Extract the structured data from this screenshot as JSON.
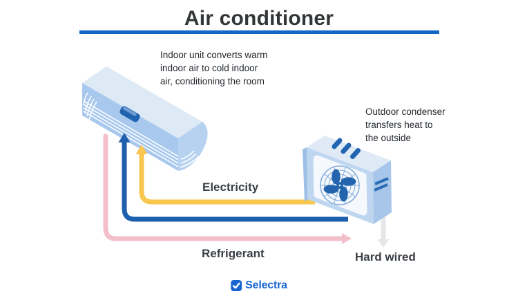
{
  "title": "Air conditioner",
  "annotations": {
    "indoor": "Indoor unit converts warm\nindoor air to cold indoor\nair, conditioning the room",
    "outdoor": "Outdoor condenser\ntransfers heat to\nthe outside"
  },
  "flow_labels": {
    "electricity": "Electricity",
    "refrigerant": "Refrigerant",
    "hard_wired": "Hard wired"
  },
  "colors": {
    "title_underline": "#1168c4",
    "electricity_line": "#f9c64e",
    "refrigerant_out_line": "#f3bfcb",
    "refrigerant_in_line": "#1e5fae",
    "hard_wired_line": "#e4e6e9",
    "unit_light": "#dde9f5",
    "unit_mid": "#a8c8ee",
    "unit_dark_accent": "#2063ae"
  },
  "brand": {
    "name": "Selectra",
    "color": "#1966d2",
    "icon": "check-icon"
  }
}
